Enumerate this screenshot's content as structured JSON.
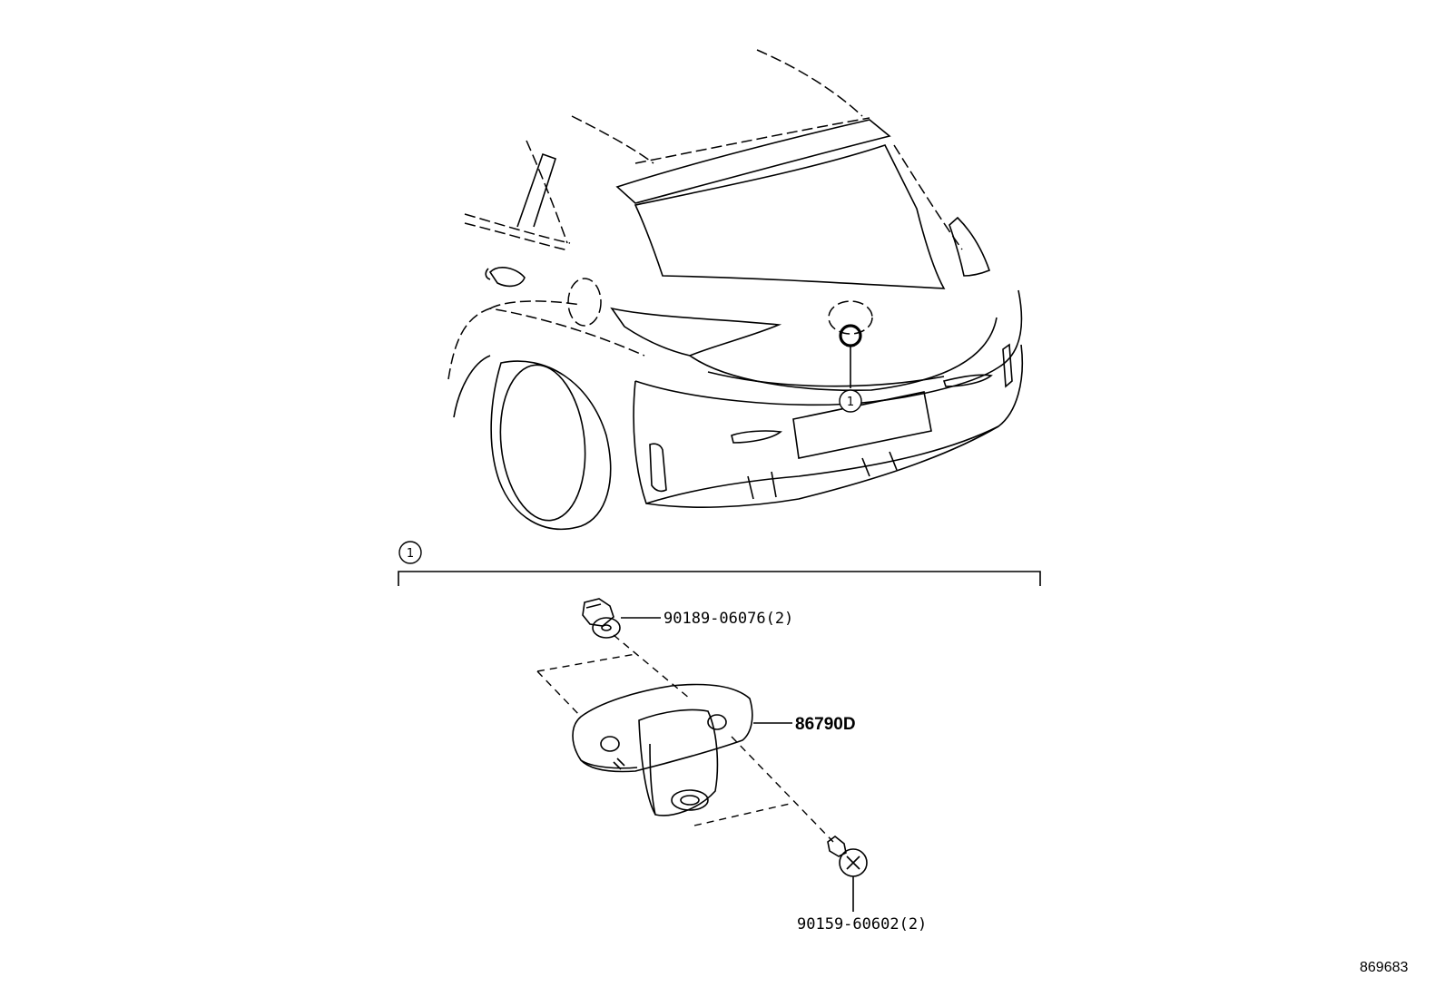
{
  "callouts": [
    {
      "id": "callout-1-vehicle",
      "number": "1"
    },
    {
      "id": "callout-1-group",
      "number": "1"
    }
  ],
  "parts": [
    {
      "id": "clip",
      "part_number": "90189-06076(2)"
    },
    {
      "id": "camera",
      "part_number": "86790D"
    },
    {
      "id": "screw",
      "part_number": "90159-60602(2)"
    }
  ],
  "figure_id": "869683"
}
